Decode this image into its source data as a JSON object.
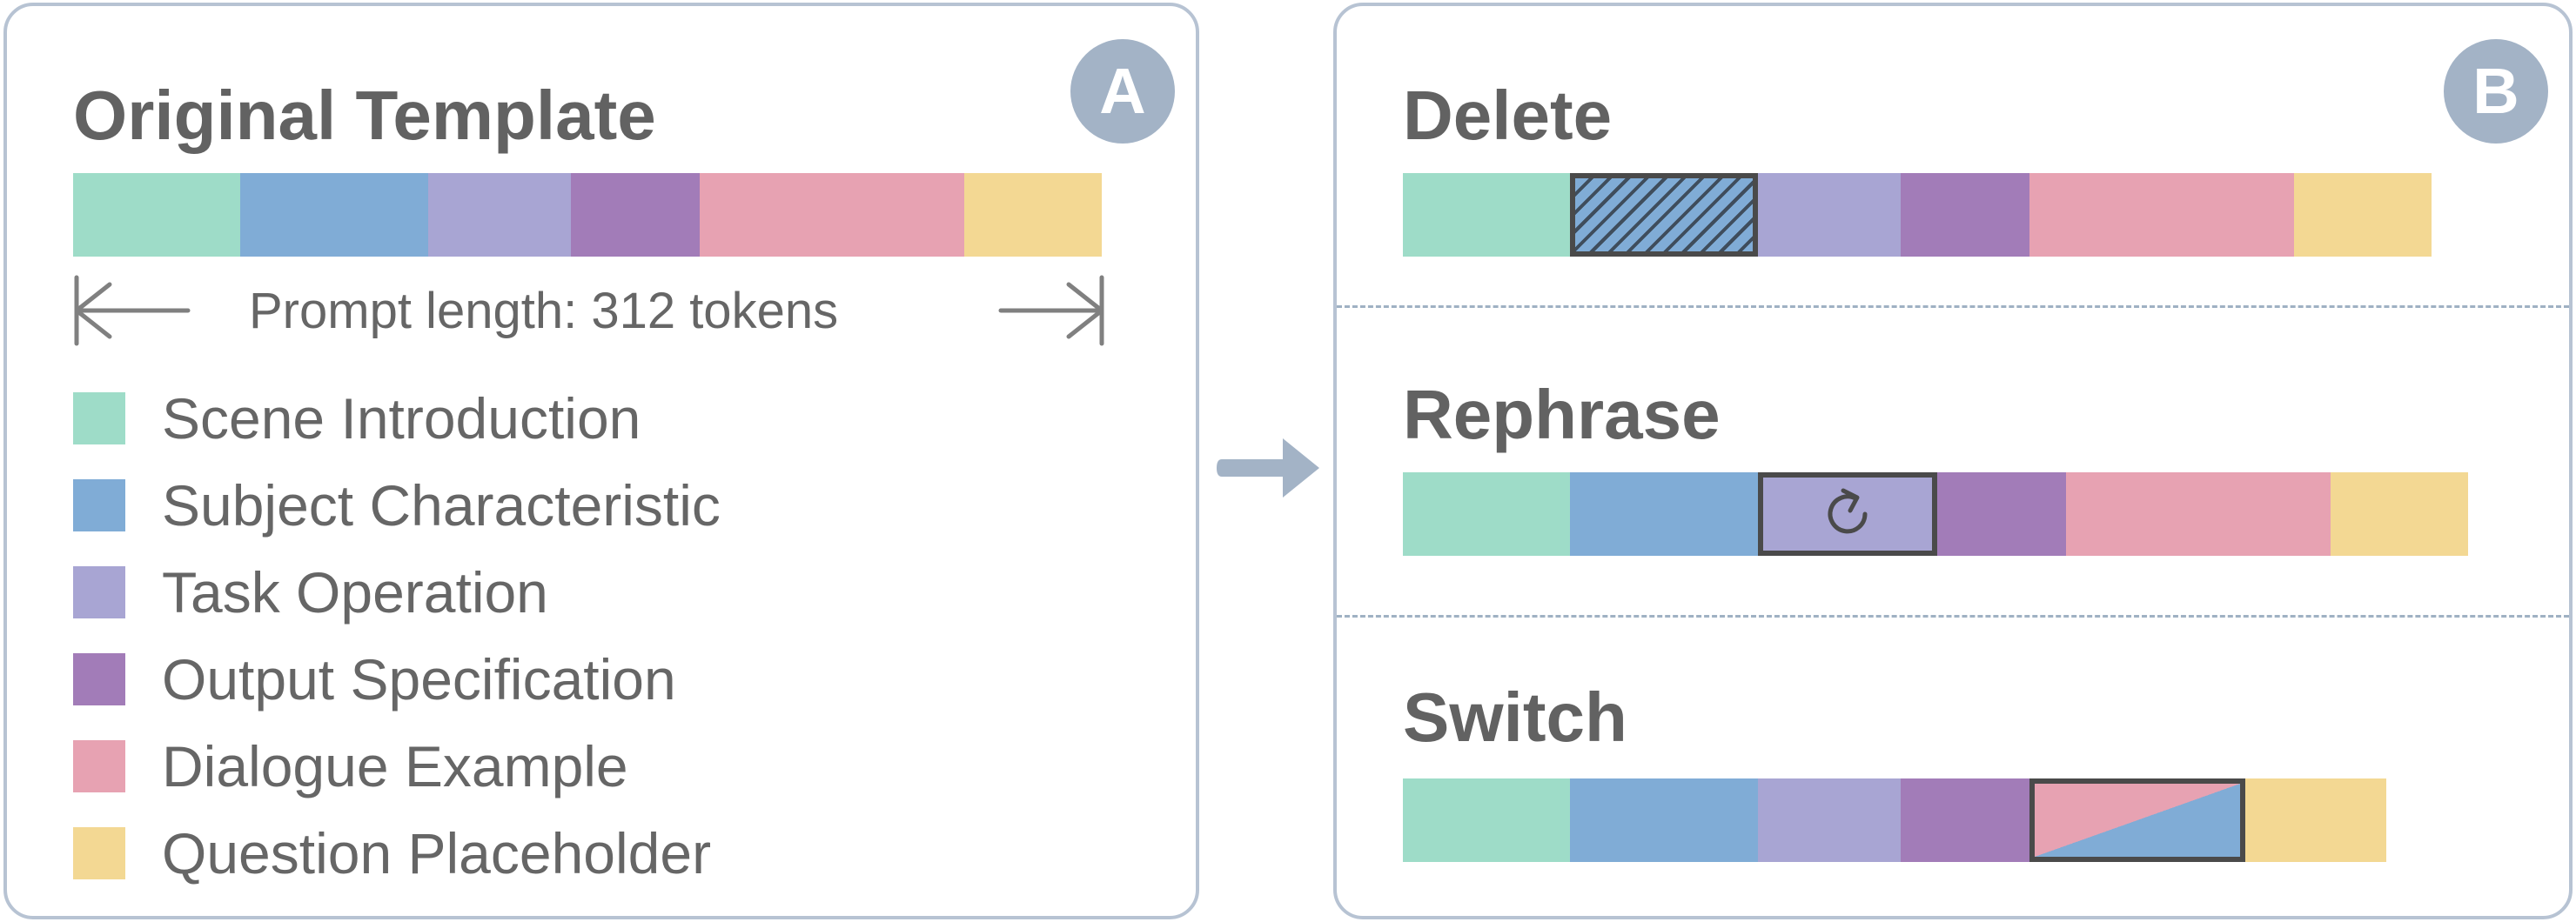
{
  "colors": {
    "scene": "#9edcc8",
    "subject": "#80acd6",
    "task": "#a8a5d3",
    "output": "#a27cb8",
    "dialogue": "#e7a2b2",
    "question": "#f3d893",
    "border": "#b7c3d3",
    "badge": "#a3b3c6",
    "text": "#626262"
  },
  "panel_a": {
    "badge": "A",
    "title": "Original Template",
    "prompt_length": "Prompt length: 312 tokens",
    "legend": [
      {
        "label": "Scene Introduction",
        "color": "#9edcc8"
      },
      {
        "label": "Subject Characteristic",
        "color": "#80acd6"
      },
      {
        "label": "Task Operation",
        "color": "#a8a5d3"
      },
      {
        "label": "Output Specification",
        "color": "#a27cb8"
      },
      {
        "label": "Dialogue Example",
        "color": "#e7a2b2"
      },
      {
        "label": "Question Placeholder",
        "color": "#f3d893"
      }
    ]
  },
  "panel_b": {
    "badge": "B",
    "operations": [
      {
        "title": "Delete",
        "changed_segment": "Subject Characteristic",
        "marker": "hatch"
      },
      {
        "title": "Rephrase",
        "changed_segment": "Task Operation",
        "marker": "refresh-icon"
      },
      {
        "title": "Switch",
        "changed_segment": "Dialogue Example",
        "marker": "split-diagonal"
      }
    ]
  },
  "arrow": "right-arrow-icon"
}
